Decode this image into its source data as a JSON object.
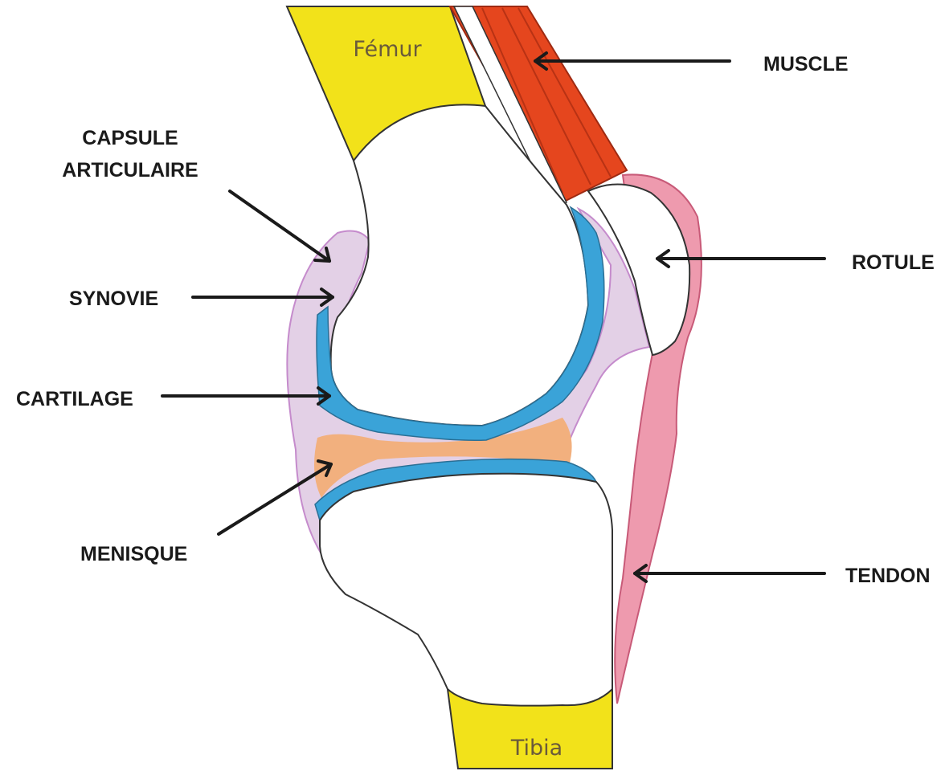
{
  "diagram": {
    "bones": {
      "femur": "Fémur",
      "tibia": "Tibia"
    },
    "labels": {
      "muscle": "MUSCLE",
      "capsule_line1": "CAPSULE",
      "capsule_line2": "ARTICULAIRE",
      "synovie": "SYNOVIE",
      "cartilage": "CARTILAGE",
      "menisque": "MENISQUE",
      "rotule": "ROTULE",
      "tendon": "TENDON"
    },
    "colors": {
      "bone_shaft": "#F2E21A",
      "muscle": "#E5461E",
      "cartilage": "#3AA3D8",
      "synovial_capsule": "#E3D0E6",
      "meniscus": "#F2B07E",
      "tendon": "#EE9AAE",
      "bone_head": "#FFFFFF"
    }
  }
}
